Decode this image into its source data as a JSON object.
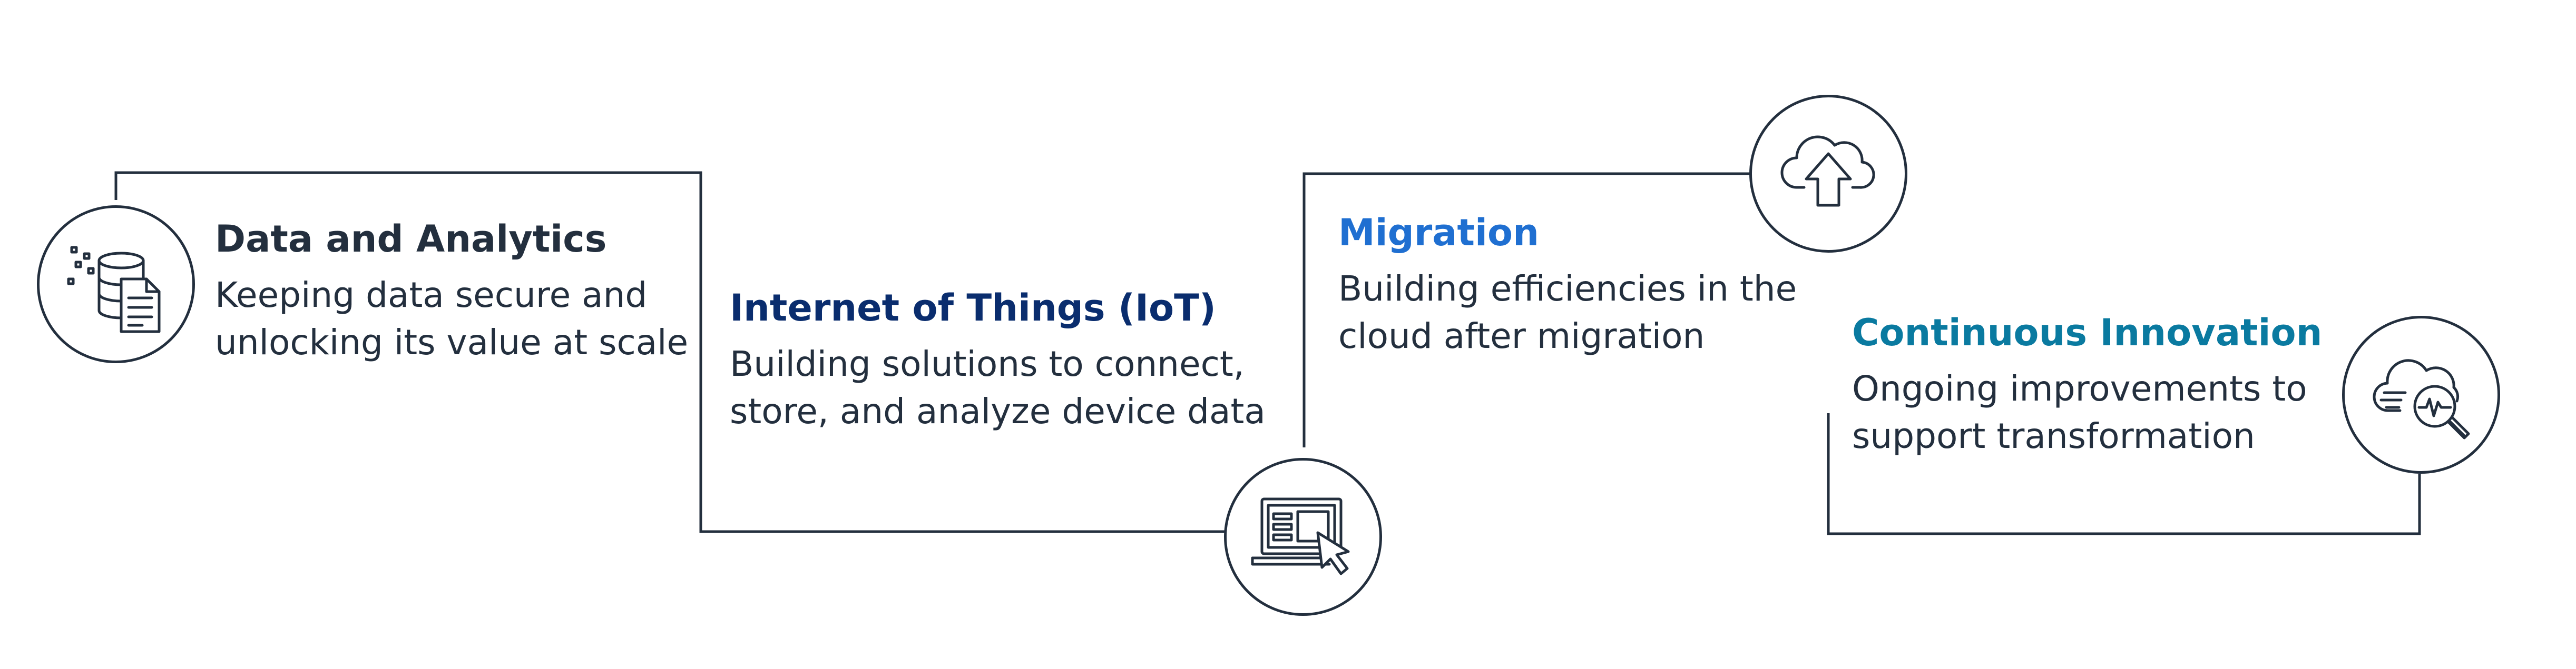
{
  "stages": [
    {
      "title": "Data and Analytics",
      "title_color": "#232f3e",
      "desc_line1": "Keeping data secure and",
      "desc_line2": "unlocking its value at scale",
      "icon": "database-document-icon"
    },
    {
      "title": "Internet of Things (IoT)",
      "title_color": "#0a2d6e",
      "desc_line1": "Building solutions to connect,",
      "desc_line2": "store, and analyze device data",
      "icon": "laptop-cursor-icon"
    },
    {
      "title": "Migration",
      "title_color": "#1f6fd1",
      "desc_line1": "Building efficiencies in the",
      "desc_line2": "cloud after migration",
      "icon": "cloud-upload-icon"
    },
    {
      "title": "Continuous Innovation",
      "title_color": "#0a7aa0",
      "desc_line1": "Ongoing improvements to",
      "desc_line2": "support transformation",
      "icon": "cloud-monitor-search-icon"
    }
  ],
  "colors": {
    "line": "#232f3e"
  }
}
